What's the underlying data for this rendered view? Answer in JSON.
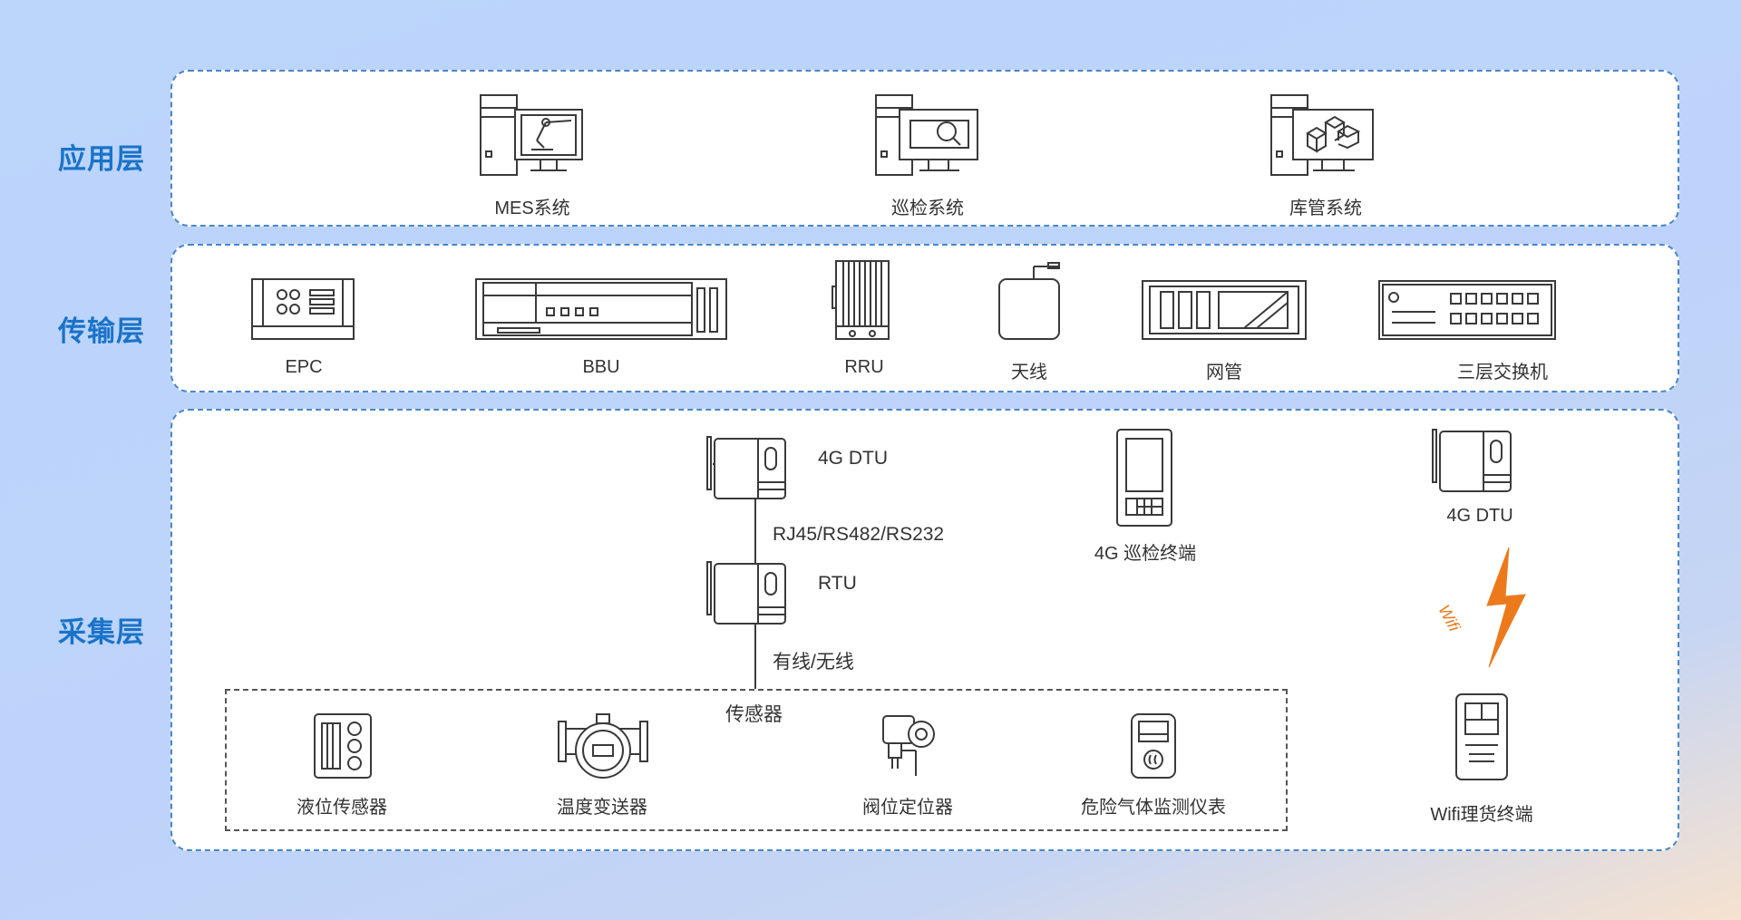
{
  "layers": {
    "application": "应用层",
    "transport": "传输层",
    "collection": "采集层"
  },
  "application_devices": [
    "MES系统",
    "巡检系统",
    "库管系统"
  ],
  "transport_devices": [
    "EPC",
    "BBU",
    "RRU",
    "天线",
    "网管",
    "三层交换机"
  ],
  "collection": {
    "dtu_main": "4G DTU",
    "link_top": "RJ45/RS482/RS232",
    "rtu": "RTU",
    "link_bottom": "有线/无线",
    "sensor_group": "传感器",
    "sensors": [
      "液位传感器",
      "温度变送器",
      "阀位定位器",
      "危险气体监测仪表"
    ],
    "inspection_terminal": "4G 巡检终端",
    "dtu_right": "4G DTU",
    "wifi": "Wifi",
    "wifi_terminal": "Wifi理货终端"
  },
  "colors": {
    "layer_label": "#1a73c8",
    "panel_border": "#4a86c8",
    "wifi_bolt": "#ec7a1c"
  }
}
